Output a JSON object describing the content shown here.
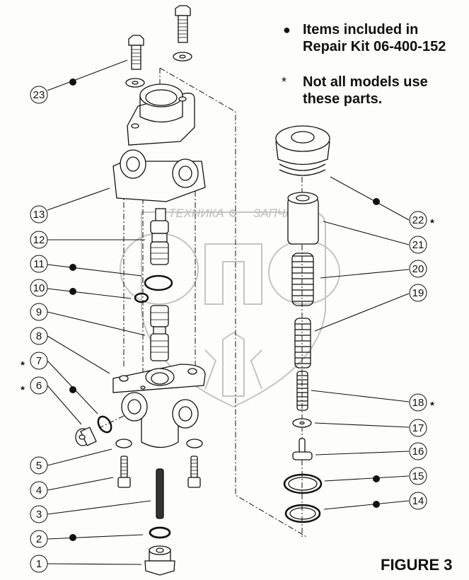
{
  "legend": {
    "kit_symbol": "●",
    "kit_line1": "Items included in",
    "kit_line2": "Repair Kit 06-400-152",
    "note_symbol": "*",
    "note_line1": "Not all models use",
    "note_line2": "these parts."
  },
  "figure_title": "FIGURE 3",
  "watermark": {
    "left_text": "ТЕХНИКА",
    "right_text": "ЗАПЧАСТИ",
    "logo_text": "эпо"
  },
  "callouts": [
    {
      "number": "1",
      "in_repair_kit": false,
      "asterisk": false
    },
    {
      "number": "2",
      "in_repair_kit": true,
      "asterisk": false
    },
    {
      "number": "3",
      "in_repair_kit": false,
      "asterisk": false
    },
    {
      "number": "4",
      "in_repair_kit": false,
      "asterisk": false
    },
    {
      "number": "5",
      "in_repair_kit": false,
      "asterisk": false
    },
    {
      "number": "6",
      "in_repair_kit": false,
      "asterisk": true
    },
    {
      "number": "7",
      "in_repair_kit": true,
      "asterisk": true
    },
    {
      "number": "8",
      "in_repair_kit": false,
      "asterisk": false
    },
    {
      "number": "9",
      "in_repair_kit": false,
      "asterisk": false
    },
    {
      "number": "10",
      "in_repair_kit": true,
      "asterisk": false
    },
    {
      "number": "11",
      "in_repair_kit": true,
      "asterisk": false
    },
    {
      "number": "12",
      "in_repair_kit": false,
      "asterisk": false
    },
    {
      "number": "13",
      "in_repair_kit": false,
      "asterisk": false
    },
    {
      "number": "14",
      "in_repair_kit": true,
      "asterisk": false
    },
    {
      "number": "15",
      "in_repair_kit": true,
      "asterisk": false
    },
    {
      "number": "16",
      "in_repair_kit": false,
      "asterisk": false
    },
    {
      "number": "17",
      "in_repair_kit": false,
      "asterisk": false
    },
    {
      "number": "18",
      "in_repair_kit": false,
      "asterisk": true
    },
    {
      "number": "19",
      "in_repair_kit": false,
      "asterisk": false
    },
    {
      "number": "20",
      "in_repair_kit": false,
      "asterisk": false
    },
    {
      "number": "21",
      "in_repair_kit": false,
      "asterisk": false
    },
    {
      "number": "22",
      "in_repair_kit": true,
      "asterisk": true
    },
    {
      "number": "23",
      "in_repair_kit": true,
      "asterisk": false
    }
  ]
}
